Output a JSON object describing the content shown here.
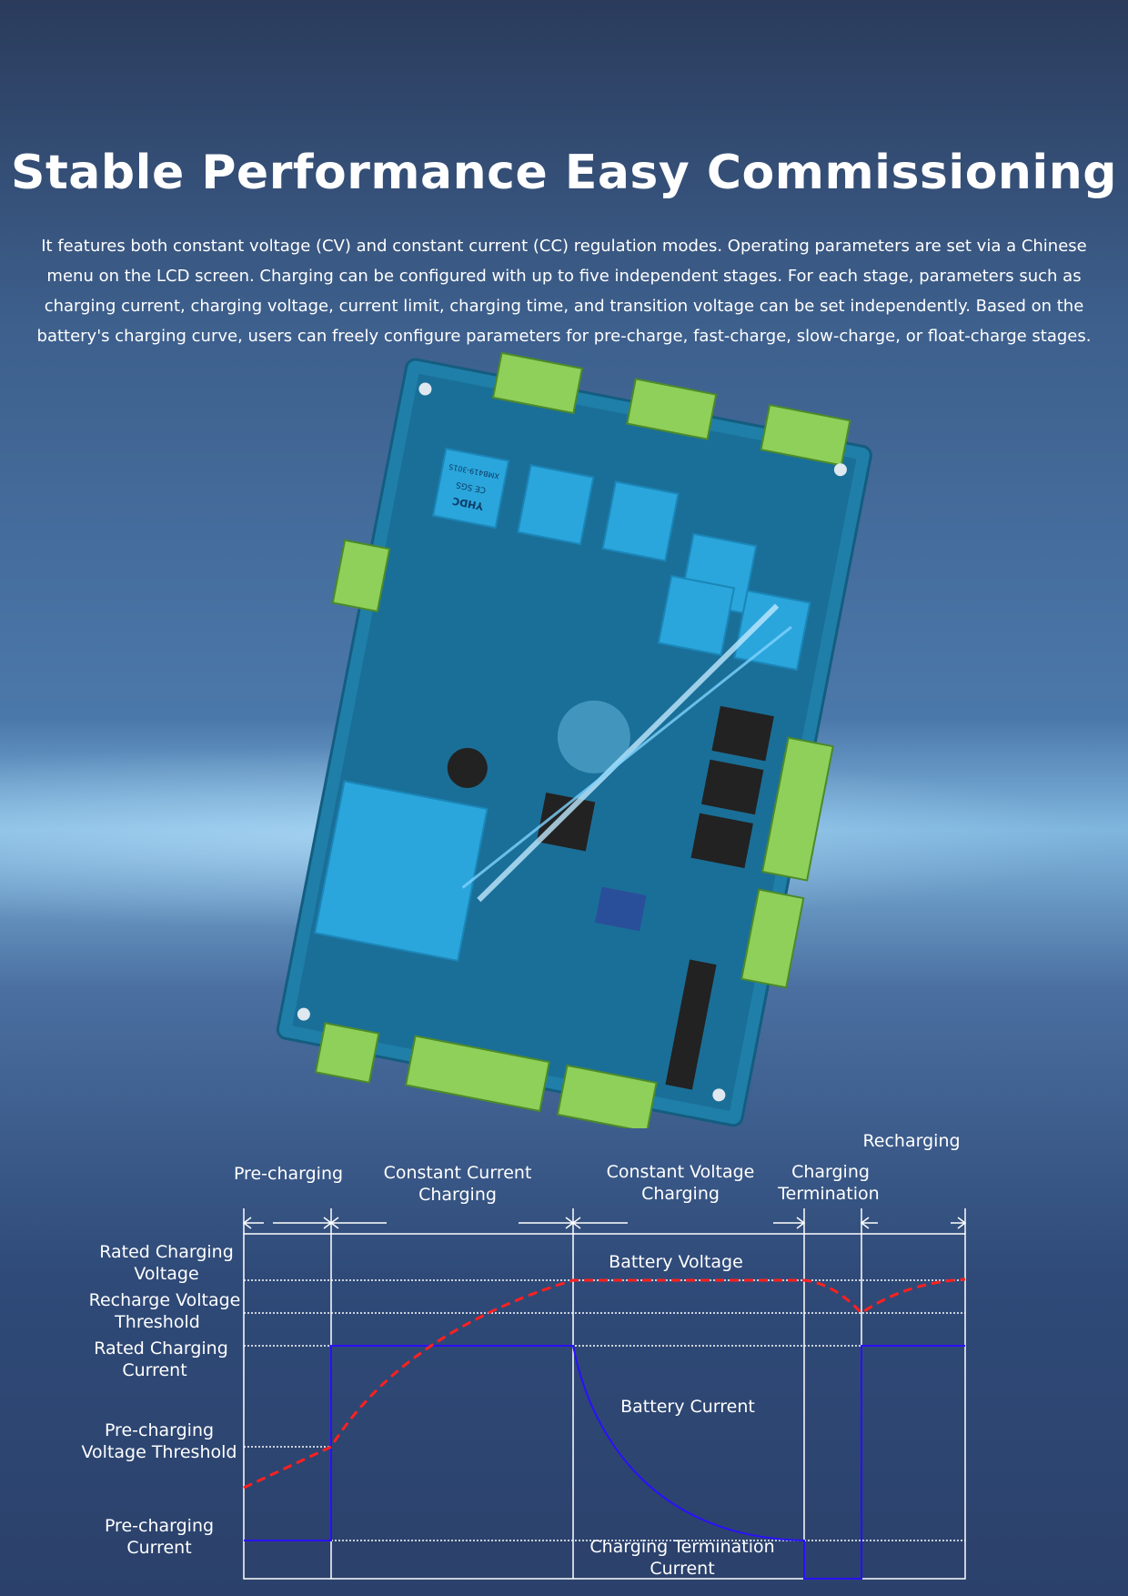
{
  "header": {
    "title": "Stable Performance Easy Commissioning",
    "description": "It features both constant voltage (CV) and constant current (CC) regulation modes. Operating parameters are set via a Chinese menu on the LCD screen. Charging can be configured with up to five independent stages. For each stage, parameters such as charging current, charging voltage, current limit, charging time, and transition voltage can be set independently. Based on the battery's charging curve, users can freely configure parameters for pre-charge, fast-charge, slow-charge, or float-charge stages."
  },
  "product_image": {
    "module_label": "XMB419-301S",
    "brand": "YHDC",
    "cert": "CE SGS"
  },
  "diagram": {
    "phases": {
      "recharging": "Recharging",
      "pre_charging": "Pre-charging",
      "cc_line1": "Constant Current",
      "cc_line2": "Charging",
      "cv_line1": "Constant Voltage",
      "cv_line2": "Charging",
      "term_line1": "Charging",
      "term_line2": "Termination"
    },
    "levels": {
      "rated_v_1": "Rated Charging",
      "rated_v_2": "Voltage",
      "recharge_1": "Recharge Voltage",
      "recharge_2": "Threshold",
      "rated_i_1": "Rated Charging",
      "rated_i_2": "Current",
      "pre_v_1": "Pre-charging",
      "pre_v_2": "Voltage Threshold",
      "pre_i_1": "Pre-charging",
      "pre_i_2": "Current"
    },
    "curves": {
      "voltage": "Battery Voltage",
      "current": "Battery Current",
      "term_current_1": "Charging Termination",
      "term_current_2": "Current"
    },
    "colors": {
      "voltage": "#ff2020",
      "current": "#2a10ff",
      "grid": "#ffffff"
    }
  }
}
